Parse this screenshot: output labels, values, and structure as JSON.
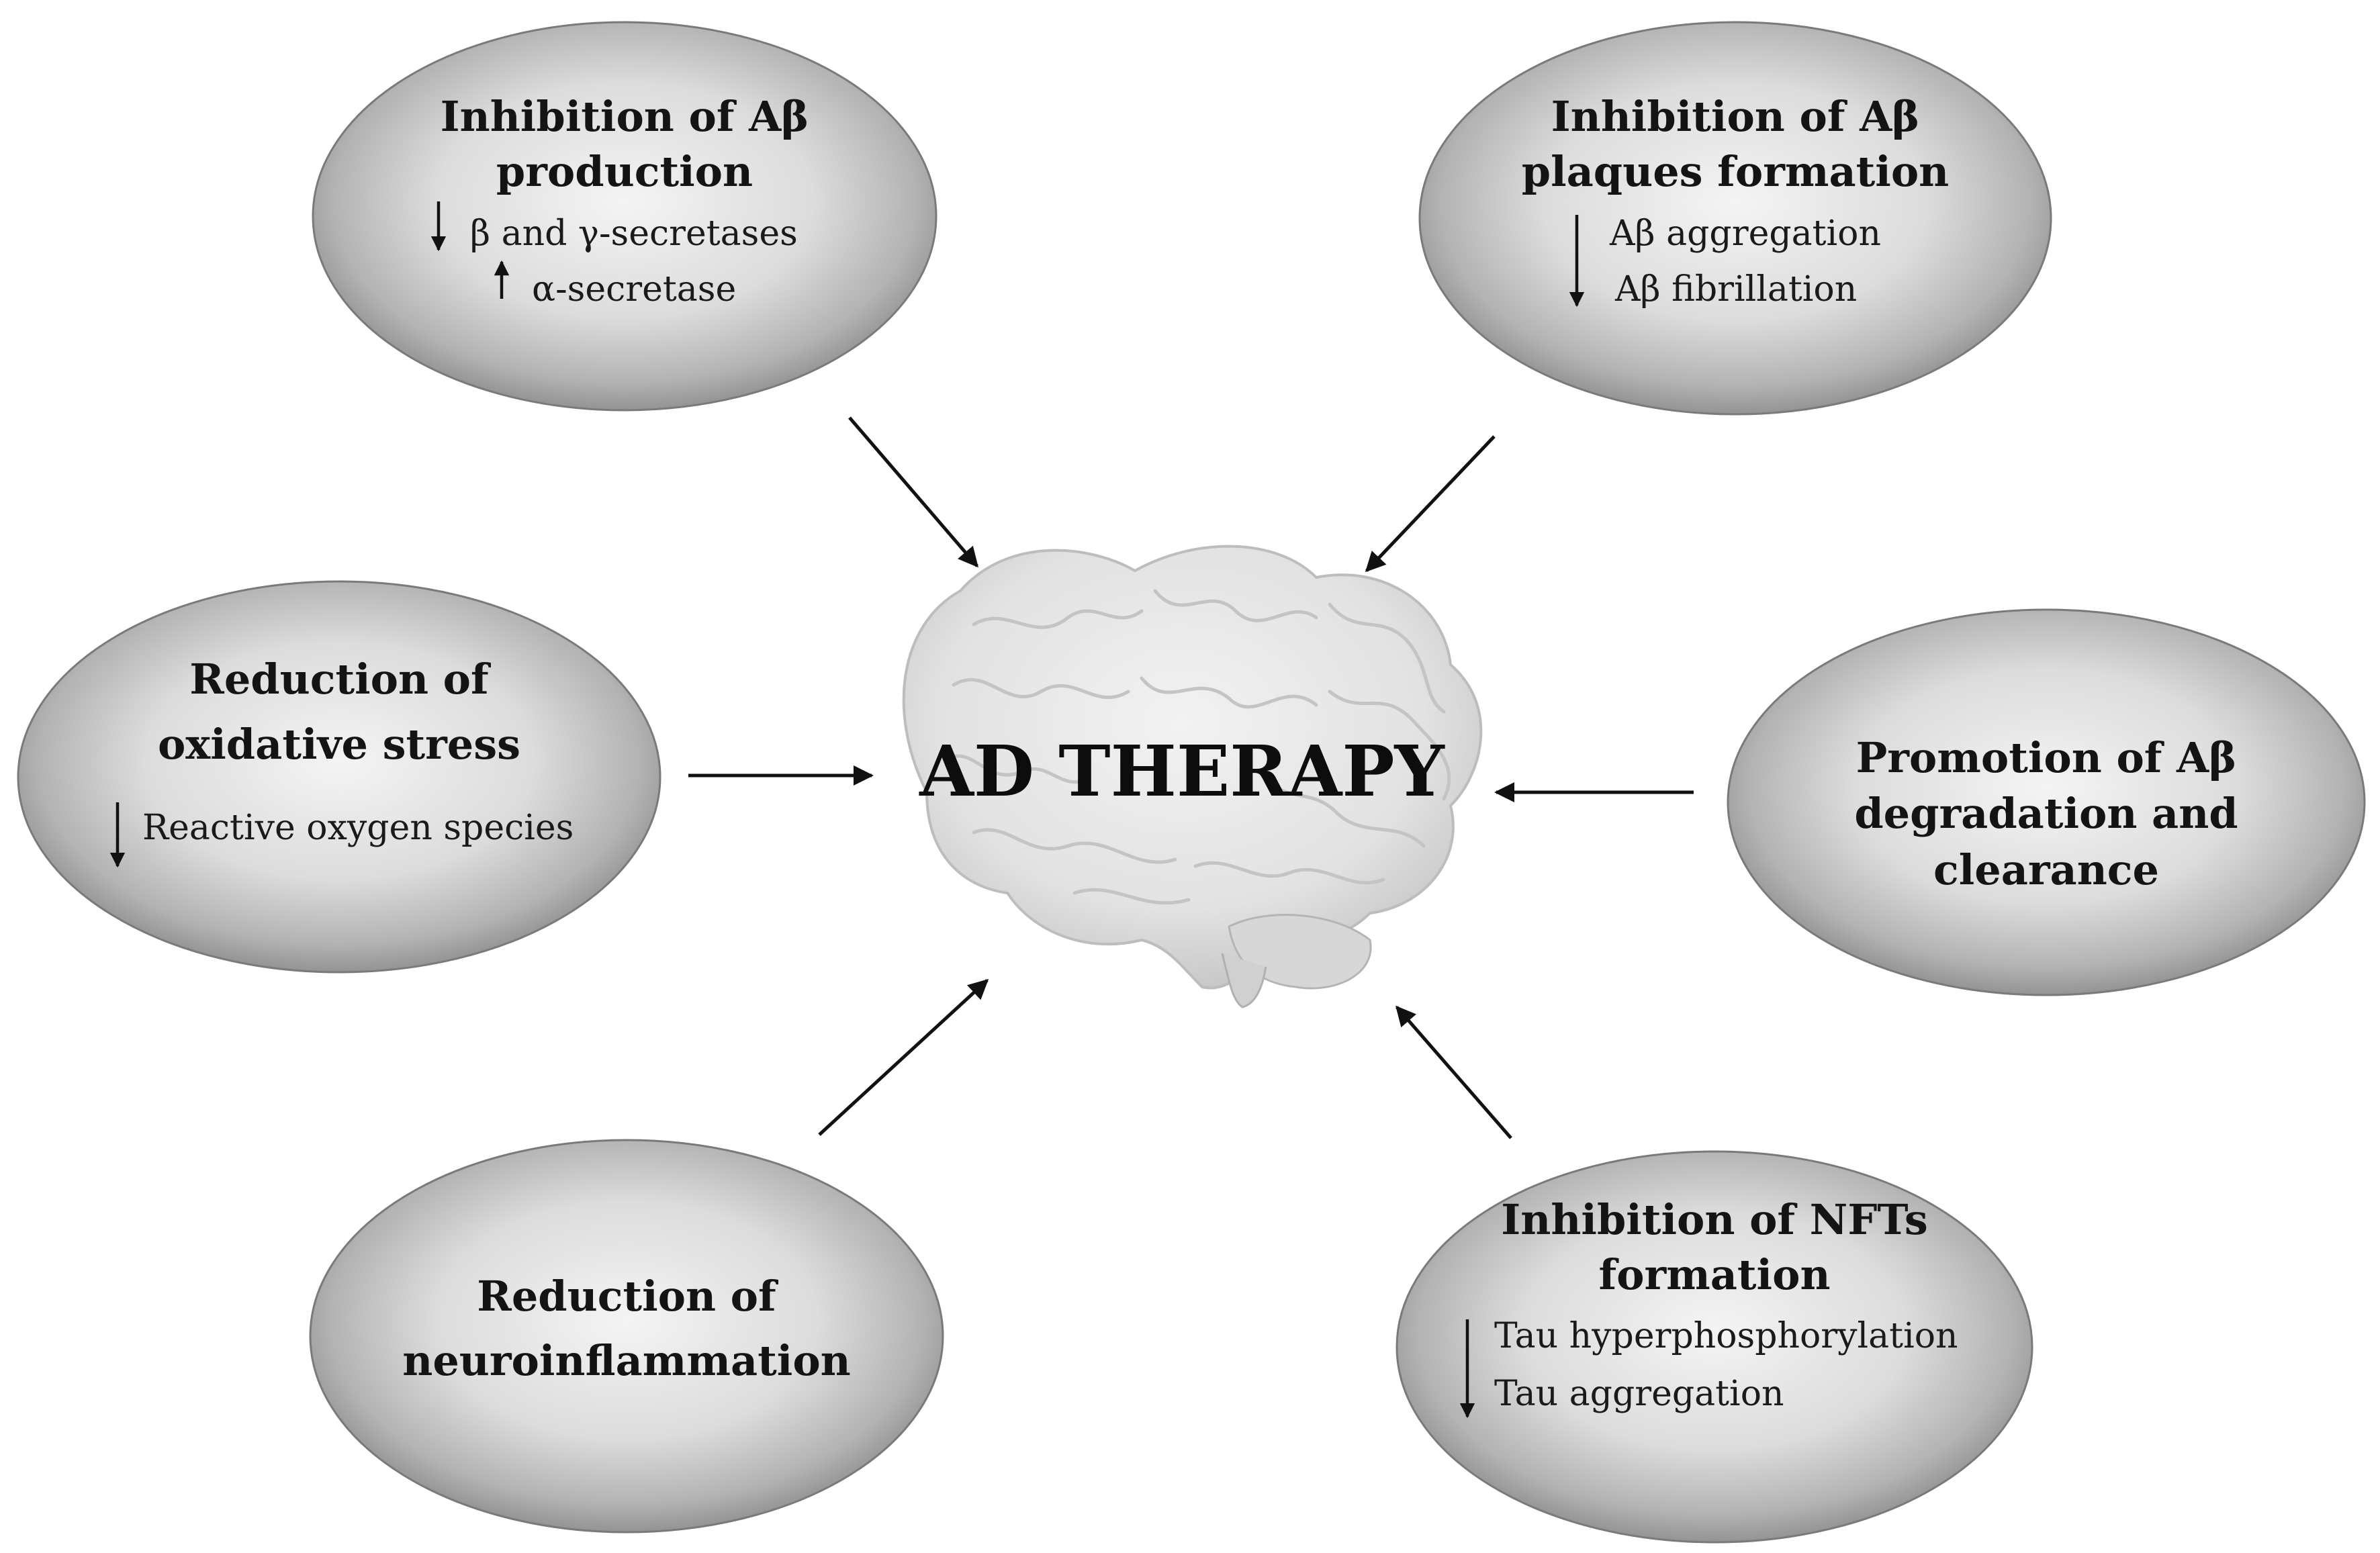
{
  "center": {
    "title": "AD THERAPY"
  },
  "nodes": {
    "abeta_production": {
      "title_line1": "Inhibition of Aβ",
      "title_line2": "production",
      "item1": "β and γ-secretases",
      "item2": "α-secretase"
    },
    "plaques_formation": {
      "title_line1": "Inhibition of Aβ",
      "title_line2": "plaques formation",
      "item1": "Aβ aggregation",
      "item2": "Aβ  fibrillation"
    },
    "oxidative_stress": {
      "title_line1": "Reduction of",
      "title_line2": "oxidative stress",
      "item1": "Reactive oxygen species"
    },
    "abeta_clearance": {
      "title_line1": "Promotion of Aβ",
      "title_line2": "degradation and",
      "title_line3": "clearance"
    },
    "neuroinflammation": {
      "title_line1": "Reduction of",
      "title_line2": "neuroinflammation"
    },
    "nft_formation": {
      "title_line1": "Inhibition of NFTs",
      "title_line2": "formation",
      "item1": "Tau hyperphosphorylation",
      "item2": "Tau aggregation"
    }
  },
  "icons": {
    "center_image": "brain-icon",
    "decrease": "down-arrow-icon",
    "increase": "up-arrow-icon"
  },
  "colors": {
    "ellipse_light": "#f3f3f3",
    "ellipse_dark": "#9e9e9e",
    "brain_base": "#e6e6e6",
    "text": "#111111"
  }
}
